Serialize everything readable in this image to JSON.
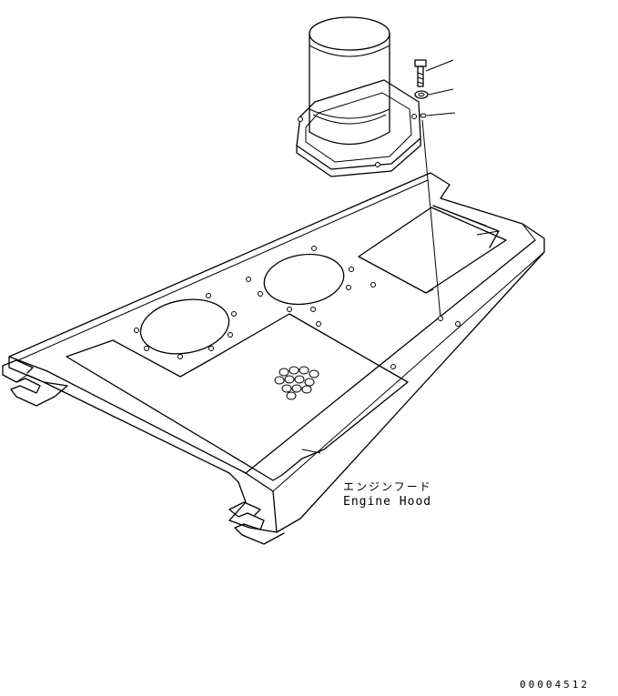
{
  "callout": {
    "name_jp": "エンジンフード",
    "name_en": "Engine Hood"
  },
  "drawing_number": "00004512",
  "parts": [
    {
      "id": "bolt",
      "icon": "bolt-icon"
    },
    {
      "id": "washer",
      "icon": "washer-icon"
    },
    {
      "id": "mounting-hole",
      "icon": "hole-icon"
    }
  ]
}
